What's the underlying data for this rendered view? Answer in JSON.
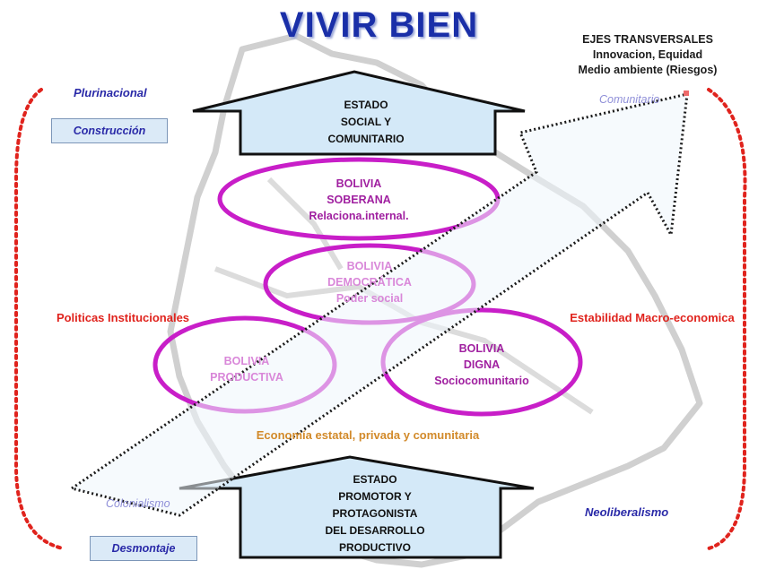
{
  "title": "VIVIR BIEN",
  "ejes": {
    "heading": "EJES TRANSVERSALES",
    "line1": "Innovacion,  Equidad",
    "line2": "Medio ambiente (Riesgos)"
  },
  "labels": {
    "plurinacional": "Plurinacional",
    "comunitario": "Comunitario",
    "construccion": "Construcción",
    "colonialismo": "Colonialismo",
    "desmontaje": "Desmontaje",
    "neoliberalismo": "Neoliberalismo",
    "politicas": "Politicas Institucionales",
    "estabilidad": "Estabilidad Macro-economica",
    "economia": "Economía estatal, privada y comunitaria"
  },
  "house_top": {
    "line1": "ESTADO",
    "line2": "SOCIAL Y",
    "line3": "COMUNITARIO"
  },
  "house_bottom": {
    "line1": "ESTADO",
    "line2": "PROMOTOR Y",
    "line3": "PROTAGONISTA",
    "line4": "DEL DESARROLLO",
    "line5": "PRODUCTIVO"
  },
  "ellipses": {
    "soberana": {
      "line1": "BOLIVIA",
      "line2": "SOBERANA",
      "line3": "Relaciona.internal."
    },
    "democratica": {
      "line1": "BOLIVIA",
      "line2": "DEMOCRÁTICA",
      "line3": "Poder social"
    },
    "productiva": {
      "line1": "BOLIVIA",
      "line2": "PRODUCTIVA"
    },
    "digna": {
      "line1": "BOLIVIA",
      "line2": "DIGNA",
      "line3": "Sociocomunitario"
    }
  },
  "colors": {
    "ellipse_stroke": "#c81ec8",
    "ellipse_text": "#a020a0",
    "ellipse_text_faded": "#d987d9",
    "house_fill": "#d4e9f8",
    "bracket": "#e0231d",
    "title": "#1a2fa8"
  }
}
